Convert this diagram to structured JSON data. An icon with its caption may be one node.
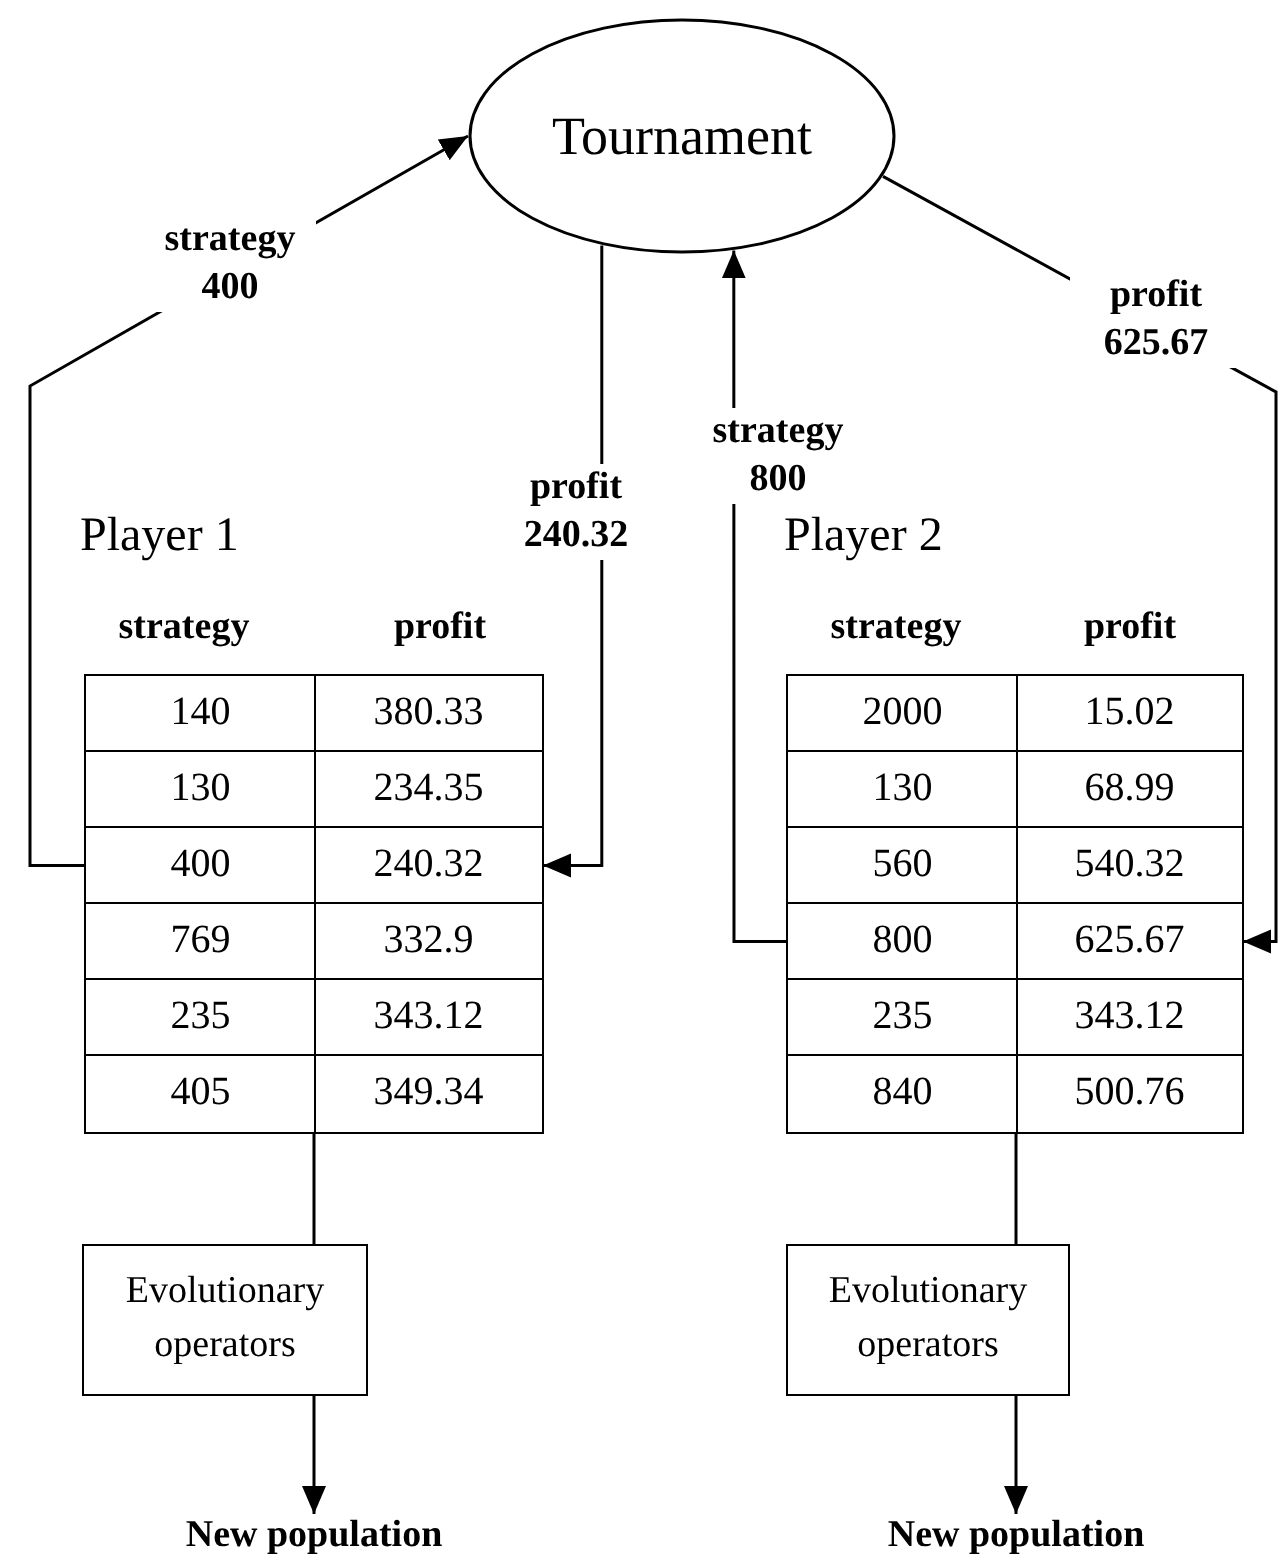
{
  "diagram": {
    "nodes": [
      {
        "text": [
          "Tournament"
        ]
      },
      {
        "text": [
          "Player 1"
        ]
      },
      {
        "text": [
          "140"
        ],
        "in": 1
      },
      {
        "text": [
          "380.33"
        ],
        "in": 1
      },
      {
        "text": [
          "130"
        ],
        "in": 1
      },
      {
        "text": [
          "234.35"
        ],
        "in": 1
      },
      {
        "text": [
          "400"
        ],
        "in": 1
      },
      {
        "text": [
          "240.32"
        ],
        "in": 1
      },
      {
        "text": [
          "769"
        ],
        "in": 1
      },
      {
        "text": [
          "332.9"
        ],
        "in": 1
      },
      {
        "text": [
          "235"
        ],
        "in": 1
      },
      {
        "text": [
          "343.12"
        ],
        "in": 1
      },
      {
        "text": [
          "405"
        ],
        "in": 1
      },
      {
        "text": [
          "349.34"
        ],
        "in": 1
      },
      {
        "text": [
          "Player 2"
        ]
      },
      {
        "text": [
          "2000"
        ],
        "in": 14
      },
      {
        "text": [
          "15.02"
        ],
        "in": 14
      },
      {
        "text": [
          "130"
        ],
        "in": 14
      },
      {
        "text": [
          "68.99"
        ],
        "in": 14
      },
      {
        "text": [
          "560"
        ],
        "in": 14
      },
      {
        "text": [
          "540.32"
        ],
        "in": 14
      },
      {
        "text": [
          "800"
        ],
        "in": 14
      },
      {
        "text": [
          "625.67"
        ],
        "in": 14
      },
      {
        "text": [
          "235"
        ],
        "in": 14
      },
      {
        "text": [
          "343.12"
        ],
        "in": 14
      },
      {
        "text": [
          "840"
        ],
        "in": 14
      },
      {
        "text": [
          "500.76"
        ],
        "in": 14
      },
      {
        "text": [
          "Evolutionary operators"
        ]
      },
      {
        "text": [
          "New population"
        ]
      },
      {
        "text": [
          "Evolutionary operators"
        ]
      },
      {
        "text": [
          "New population"
        ]
      }
    ],
    "edges": [
      {
        "from": 6,
        "to": 0,
        "arrow": "to",
        "label": "strategy 400"
      },
      {
        "from": 0,
        "to": 7,
        "arrow": "to",
        "label": "profit 240.32"
      },
      {
        "from": 21,
        "to": 0,
        "arrow": "to",
        "label": "strategy 800"
      },
      {
        "from": 0,
        "to": 22,
        "arrow": "to",
        "label": "profit 625.67"
      },
      {
        "from": 1,
        "to": 27,
        "arrow": "none"
      },
      {
        "from": 27,
        "to": 28,
        "arrow": "to"
      },
      {
        "from": 14,
        "to": 29,
        "arrow": "none"
      },
      {
        "from": 29,
        "to": 30,
        "arrow": "to"
      }
    ],
    "labels": [
      "strategy",
      "profit",
      "strategy",
      "profit"
    ]
  }
}
